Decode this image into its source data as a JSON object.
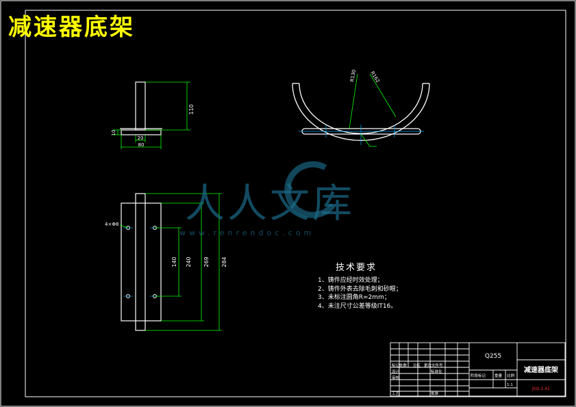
{
  "title": "减速器底架",
  "watermark": {
    "text": "人人文库",
    "url": "www.renrendoc.com"
  },
  "side_view": {
    "dim_height": "110",
    "dim_small": "10",
    "dim_w1": "20",
    "dim_w2": "80"
  },
  "plan_view": {
    "hole_label": "4×Φ8",
    "dim_140": "140",
    "dim_240": "240",
    "dim_269": "269",
    "dim_284": "284"
  },
  "front_view": {
    "radius_inner": "R130",
    "radius_outer": "R162"
  },
  "tech_requirements": {
    "heading": "技术要求",
    "items": [
      "1、铸件应经时效处理；",
      "2、铸件外表去除毛刺和砂眼；",
      "3、未标注圆角R=2mm；",
      "4、未注尺寸公差等级IT16。"
    ]
  },
  "title_block": {
    "material": "Q255",
    "part_name": "减速器底架",
    "cells": {
      "c1": "标记处数",
      "c2": "分区",
      "c3": "更改文件号",
      "c4": "设计",
      "c5": "标准化",
      "c6": "审核",
      "c7": "工艺",
      "c8": "批准",
      "c9": "阶段标记",
      "c10": "重量",
      "c11": "比例",
      "c12": "1:1",
      "drawing_no": "JSQ-1.41"
    }
  },
  "colors": {
    "line": "#ffffff",
    "dim": "#00ff00",
    "center": "#00aaff",
    "title": "#ffff00",
    "watermark": "#1b6b8a"
  }
}
